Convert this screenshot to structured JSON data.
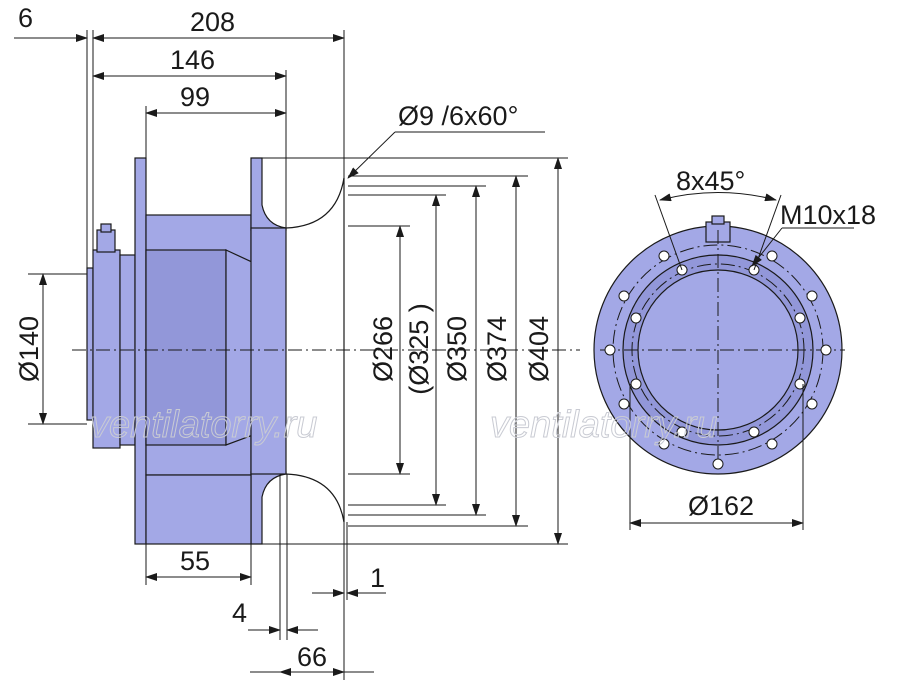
{
  "dimensions": {
    "d6": "6",
    "d208": "208",
    "d146": "146",
    "d99": "99",
    "holes": "Ø9 /6x60°",
    "dia140": "Ø140",
    "dia266": "Ø266",
    "dia325": "(Ø325 )",
    "dia350": "Ø350",
    "dia374": "Ø374",
    "dia404": "Ø404",
    "d55": "55",
    "d1": "1",
    "d4": "4",
    "d66": "66",
    "angle": "8x45°",
    "thread": "M10x18",
    "dia162": "Ø162"
  },
  "watermark": {
    "left": "ventilatorry.ru",
    "right": "ventilatorry.ru"
  },
  "colors": {
    "fill": "#a3a8e6",
    "line": "#1a1a1a"
  }
}
